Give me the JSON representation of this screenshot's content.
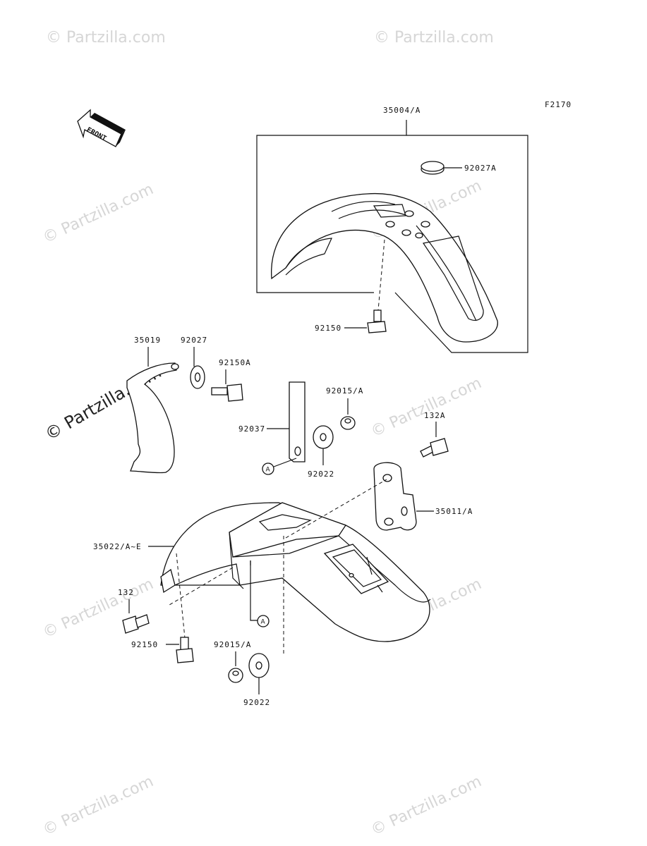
{
  "figure_code": "F2170",
  "front_arrow": {
    "label": "FRONT",
    "icon": "front-arrow-icon"
  },
  "watermark": "© Partzilla.com",
  "ref_marker": "A",
  "parts": {
    "front_fender": "35004/A",
    "front_fender_damper": "92027A",
    "front_fender_bolt": "92150",
    "flap": "35019",
    "flap_washer": "92027",
    "flap_bolt": "92150A",
    "strap": "92037",
    "nut_upper": "92015/A",
    "washer_upper": "92022",
    "bolt_132a": "132A",
    "bracket": "35011/A",
    "rear_fender": "35022/A~E",
    "bolt_132": "132",
    "rear_bolt": "92150",
    "nut_lower": "92015/A",
    "washer_lower": "92022"
  },
  "colors": {
    "line": "#111111",
    "watermark": "#d6d6d6"
  }
}
